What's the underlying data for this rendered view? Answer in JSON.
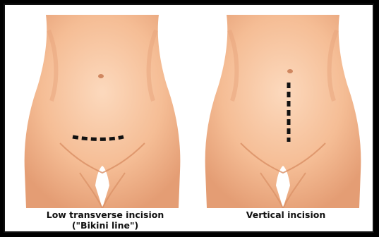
{
  "figure": {
    "panels": [
      {
        "id": "low-transverse",
        "caption_line1": "Low transverse incision",
        "caption_line2": "(\"Bikini line\")"
      },
      {
        "id": "vertical",
        "caption_line1": "Vertical incision"
      }
    ],
    "colors": {
      "skin": "#f3b98f",
      "skin_light": "#fbd5b6",
      "skin_shadow": "#dd9268",
      "incision": "#111111",
      "frame_border": "#111111"
    },
    "icons": [
      "torso-illustration",
      "dashed-incision-line"
    ]
  }
}
